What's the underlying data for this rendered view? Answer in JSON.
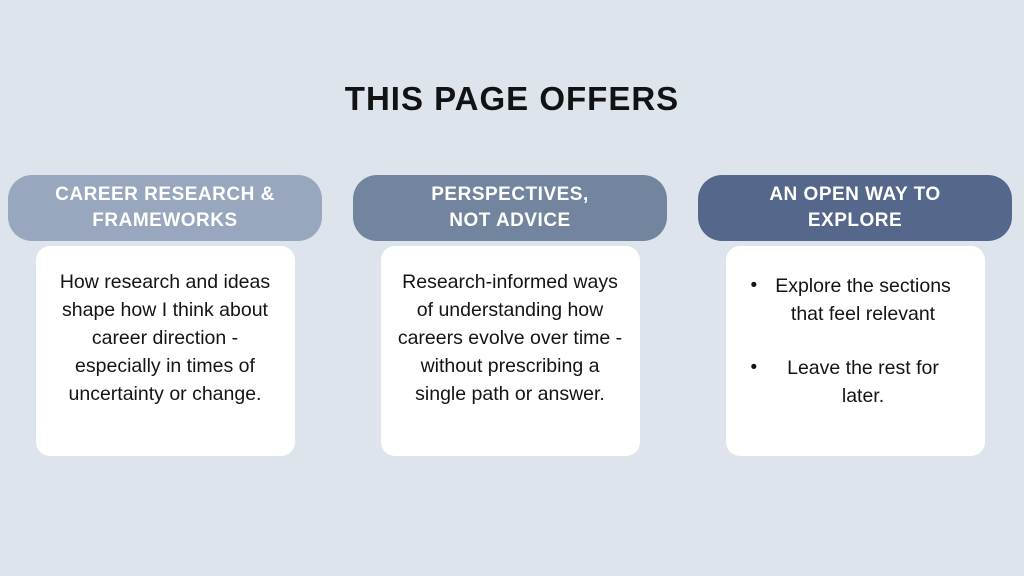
{
  "title": "THIS PAGE OFFERS",
  "bullet_glyph": "•",
  "colors": {
    "background": "#dee4ec",
    "card": "#ffffff",
    "title_text": "#111214",
    "body_text": "#141414",
    "header_text": "#ffffff",
    "pill_career_research": "#98a7bd",
    "pill_perspectives": "#72849e",
    "pill_open_way": "#55688b"
  },
  "columns": [
    {
      "header_lines": [
        "CAREER RESEARCH &",
        "FRAMEWORKS"
      ],
      "body": "How research and ideas shape how I think about career direction - especially in times of uncertainty or change."
    },
    {
      "header_lines": [
        "PERSPECTIVES,",
        "NOT ADVICE"
      ],
      "body": "Research-informed ways of understanding how careers evolve over time - without prescribing a single path or answer."
    },
    {
      "header_lines": [
        "AN OPEN WAY TO",
        "EXPLORE"
      ],
      "bullets": [
        "Explore the sections that feel relevant",
        "Leave the rest for later."
      ]
    }
  ]
}
